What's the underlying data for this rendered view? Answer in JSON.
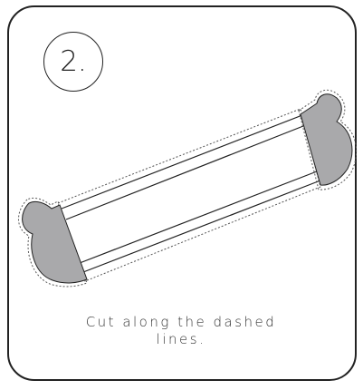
{
  "step": {
    "label": "2."
  },
  "instruction": {
    "line1": "Cut along the dashed",
    "line2": "lines."
  },
  "colors": {
    "tab_fill": "#a9a9ab",
    "outline": "#222222",
    "dash": "#555555"
  },
  "icons": {
    "strip": "paper-strip-icon",
    "tab_left": "left-tab-icon",
    "tab_right": "right-tab-icon"
  }
}
